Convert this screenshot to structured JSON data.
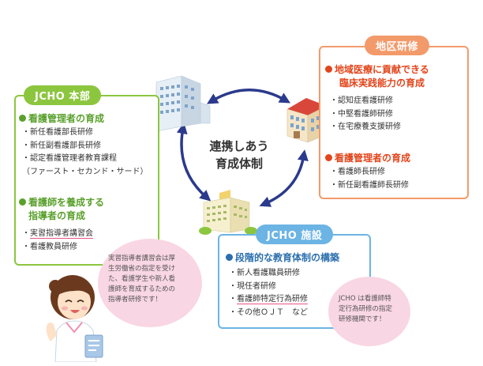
{
  "center": {
    "line1": "連携しあう",
    "line2": "育成体制"
  },
  "honbu": {
    "tag": "JCHO 本部",
    "sec1_title": "看護管理者の育成",
    "sec1_items": [
      "新任看護部長研修",
      "新任副看護部長研修",
      "認定看護管理者教育課程",
      "（ファースト・セカンド・サード）"
    ],
    "sec2_title_line1": "看護師を養成する",
    "sec2_title_line2": "指導者の育成",
    "sec2_items": [
      "実習指導者講習会",
      "看護教員研修"
    ]
  },
  "chiku": {
    "tag": "地区研修",
    "sec1_title_line1": "地域医療に貢献できる",
    "sec1_title_line2": "臨床実践能力の育成",
    "sec1_items": [
      "認知症看護研修",
      "中堅看護師研修",
      "在宅療養支援研修"
    ],
    "sec2_title": "看護管理者の育成",
    "sec2_items": [
      "看護師長研修",
      "新任副看護師長研修"
    ]
  },
  "shisetsu": {
    "tag": "JCHO 施設",
    "sec1_title": "段階的な教育体制の構築",
    "sec1_items": [
      "新人看護職員研修",
      "現任者研修",
      "看護師特定行為研修",
      "その他ＯＪＴ　など"
    ]
  },
  "bubble_left": [
    "実習指導者講習会は厚",
    "生労働省の指定を受け",
    "た、看護学生や新人看",
    "護師を育成するための",
    "指導者研修です！"
  ],
  "bubble_right": [
    "JCHO は看護師特",
    "定行為研修の指定",
    "研修機関です！"
  ],
  "colors": {
    "green": "#8cc63f",
    "orange": "#f39a6b",
    "blue": "#6cb4e4",
    "navy": "#2b3a8c",
    "pink": "#f9d6e3",
    "red_text": "#e2451b"
  }
}
